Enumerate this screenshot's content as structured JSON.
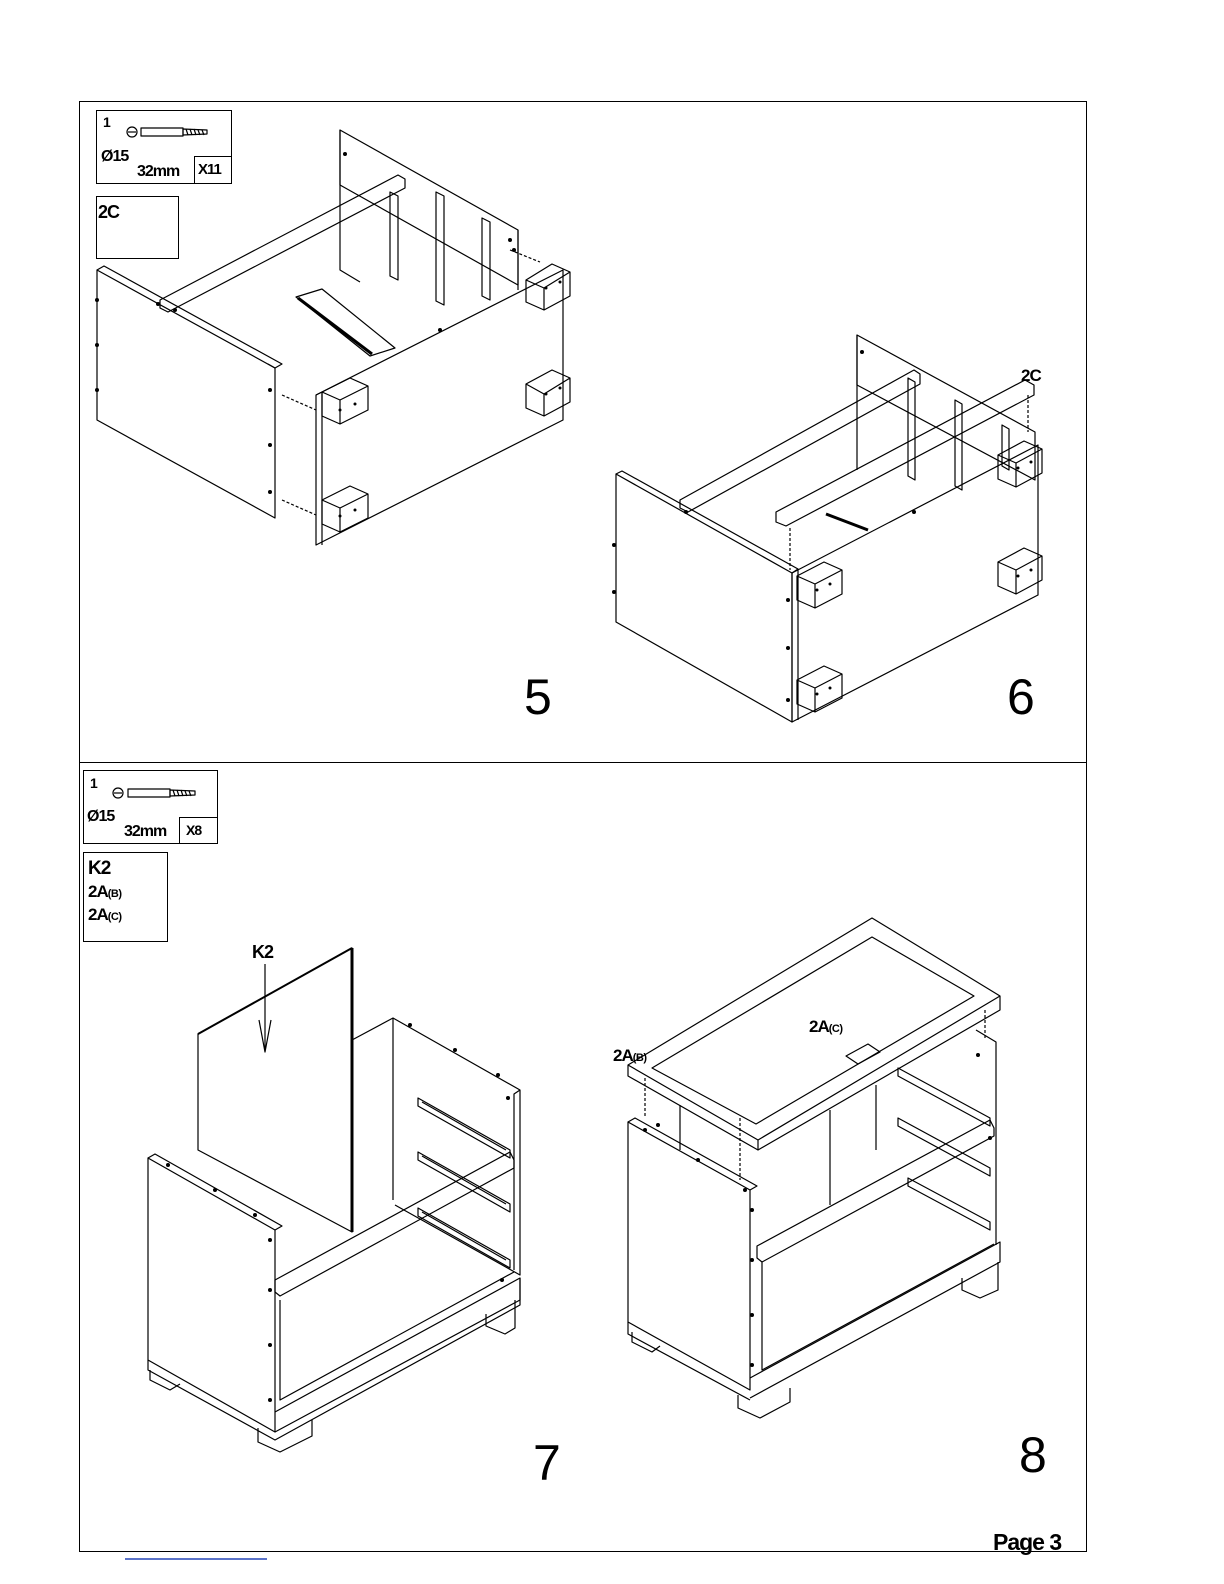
{
  "upper": {
    "hardware": {
      "qty_label": "1",
      "size": "Ø15",
      "length": "32mm",
      "count": "X11"
    },
    "parts": {
      "part1": "2C"
    },
    "callouts": {
      "part_2c": "2C"
    },
    "steps": [
      "5",
      "6"
    ]
  },
  "lower": {
    "hardware": {
      "qty_label": "1",
      "size": "Ø15",
      "length": "32mm",
      "count": "X8"
    },
    "parts": {
      "k2": "K2",
      "a_main": "2A",
      "a_b_sub": "(B)",
      "a_c_sub": "(C)"
    },
    "callouts": {
      "k2": "K2",
      "a_main": "2A",
      "a_c_sub": "(C)",
      "a_b_sub": "(B)"
    },
    "steps": [
      "7",
      "8"
    ]
  },
  "footer": {
    "page": "Page 3"
  }
}
